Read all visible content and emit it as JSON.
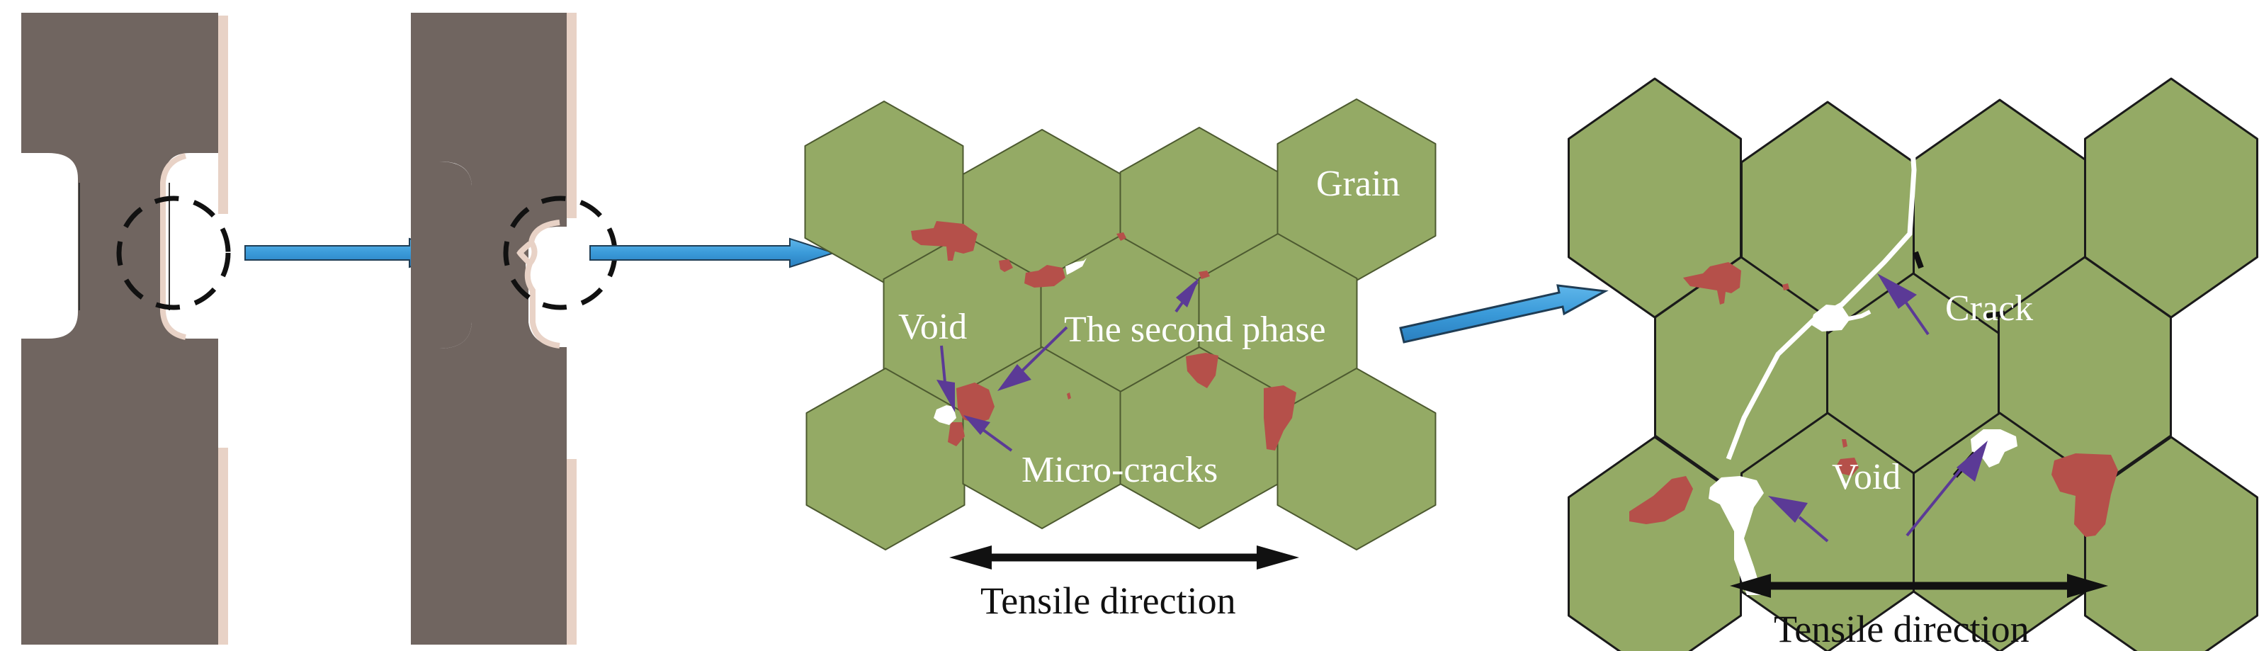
{
  "figure": {
    "description": "Schematic of ductile fracture mechanism in a tensile specimen: necking, void nucleation at second-phase particles, void growth and crack coalescence",
    "colors": {
      "specimen": "#706560",
      "specimen_edge": "#e8d2c6",
      "grain": "#94aa65",
      "grain_border": "#4d5a30",
      "second_phase": "#b5504a",
      "void": "#ffffff",
      "pointer_arrow": "#5b3a96",
      "flow_arrow": "#3a9ad9",
      "tensile_arrow": "#111111",
      "label_on_grain": "#ffffff",
      "label_on_white": "#111111"
    }
  },
  "panels": [
    {
      "id": "specimen-initial",
      "caption": "Tensile specimen with region of interest"
    },
    {
      "id": "specimen-necked",
      "caption": "Necked specimen with region of interest"
    },
    {
      "id": "microstructure-nucleation",
      "caption": "Void nucleation"
    },
    {
      "id": "microstructure-coalescence",
      "caption": "Crack propagation"
    }
  ],
  "labels": {
    "grain": "Grain",
    "void_p3": "Void",
    "second_phase": "The second phase",
    "micro_cracks": "Micro-cracks",
    "tensile_direction_p3": "Tensile direction",
    "crack": "Crack",
    "void_p4": "Void",
    "tensile_direction_p4": "Tensile direction"
  }
}
